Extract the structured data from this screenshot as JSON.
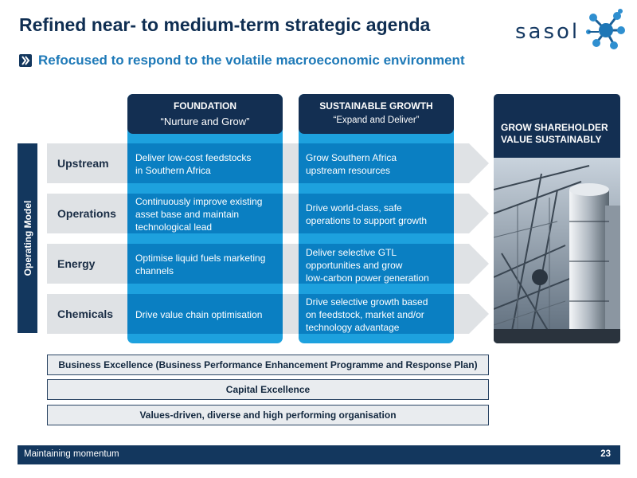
{
  "title": "Refined near- to medium-term strategic agenda",
  "subtitle": "Refocused to respond to the volatile macroeconomic environment",
  "logo": {
    "text": "sasol",
    "icon": "molecule-logo-icon"
  },
  "operating_model": "Operating Model",
  "rows": [
    {
      "label": "Upstream"
    },
    {
      "label": "Operations"
    },
    {
      "label": "Energy"
    },
    {
      "label": "Chemicals"
    }
  ],
  "columns": [
    {
      "heading": "FOUNDATION",
      "tagline": "“Nurture and Grow”",
      "cells": [
        "Deliver low-cost feedstocks\nin Southern Africa",
        "Continuously improve existing\nasset base and maintain\ntechnological lead",
        "Optimise liquid fuels marketing\nchannels",
        "Drive value chain optimisation"
      ]
    },
    {
      "heading": "SUSTAINABLE GROWTH",
      "tagline": "“Expand and Deliver”",
      "cells": [
        "Grow Southern Africa\nupstream resources",
        "Drive world-class, safe\noperations to support growth",
        "Deliver selective GTL\nopportunities and grow\nlow-carbon power generation",
        "Drive selective growth based\non feedstock, market and/or\ntechnology advantage"
      ]
    }
  ],
  "grow_panel": {
    "title": "GROW SHAREHOLDER VALUE SUSTAINABLY",
    "image": "industrial-plant-photo"
  },
  "bottom_boxes": [
    "Business Excellence (Business Performance Enhancement Programme and Response Plan)",
    "Capital Excellence",
    "Values-driven, diverse and high performing organisation"
  ],
  "footer": {
    "text": "Maintaining momentum",
    "page": "23"
  },
  "colors": {
    "navy": "#132f52",
    "blue": "#1da1de",
    "dark_blue_band": "#0a7fc2",
    "accent_text": "#1f7ab8",
    "grey_arrow": "#dfe2e5"
  }
}
